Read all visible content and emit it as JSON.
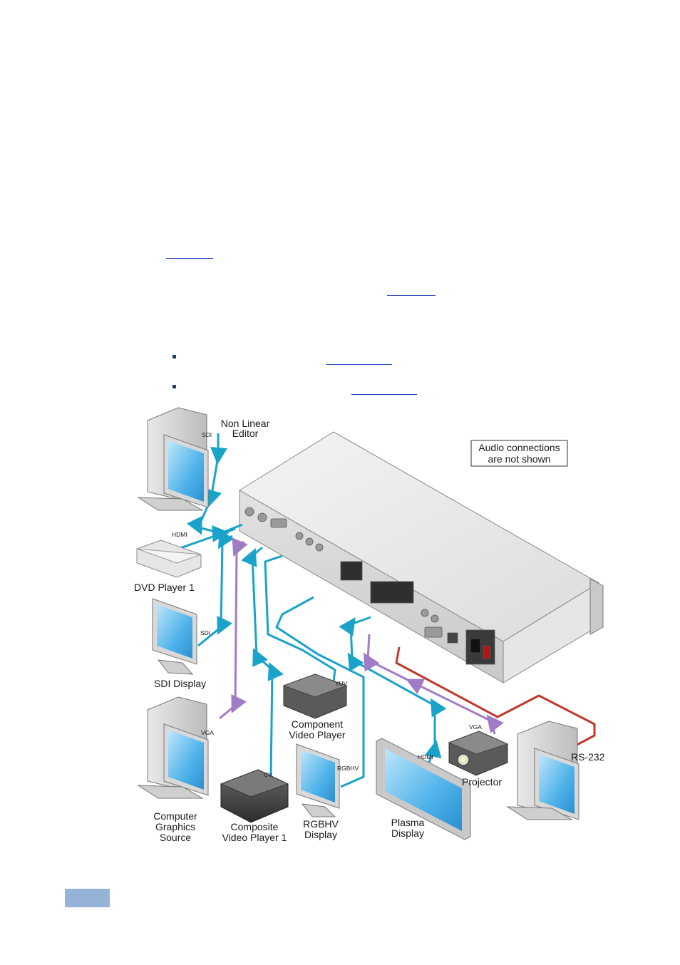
{
  "diagram": {
    "note_box": [
      "Audio connections",
      "are not shown"
    ],
    "devices": {
      "non_linear_editor": [
        "Non Linear",
        "Editor"
      ],
      "dvd_player": "DVD  Player 1",
      "sdi_display": "SDI Display",
      "computer_graphics_source": [
        "Computer",
        "Graphics",
        "Source"
      ],
      "composite_video_player": [
        "Composite",
        "Video Player 1"
      ],
      "component_video_player": [
        "Component",
        "Video  Player"
      ],
      "rgbhv_display": [
        "RGBHV",
        "Display"
      ],
      "plasma_display": [
        "Plasma",
        "Display"
      ],
      "projector": "Projector"
    },
    "signals": {
      "sdi_in": "SDI",
      "hdmi_in": "HDMI",
      "sdi_out": "SDI",
      "vga_in": "VGA",
      "yuv": "YUV",
      "cv": "CV",
      "rgbhv": "RGBHV",
      "hdmi_out": "HDMI",
      "vga_out": "VGA",
      "rs232": "RS-232"
    },
    "colors": {
      "cable_video": "#1aa3c9",
      "cable_vga": "#a07cc6",
      "cable_rs232": "#c0392b"
    }
  }
}
